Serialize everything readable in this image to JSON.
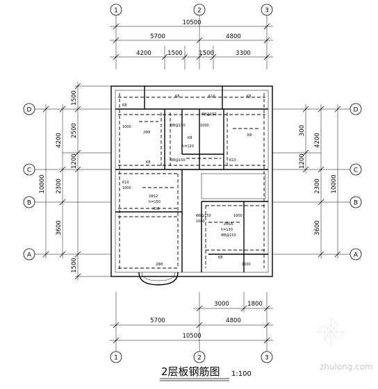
{
  "title": {
    "main": "2层板钢筋图",
    "scale": "1:100"
  },
  "watermark": "zhulong.com",
  "top_dims": {
    "total": "10500",
    "row2": [
      "5700",
      "4800"
    ],
    "row3": [
      "4200",
      "1500",
      "1500",
      "3300"
    ]
  },
  "bottom_dims": {
    "row1": [
      "3000",
      "1800"
    ],
    "row2": [
      "5700",
      "4800"
    ],
    "total": "10500"
  },
  "left_dims": {
    "outer": [
      "1500",
      "4200",
      "2300",
      "3600",
      "1500"
    ],
    "inner": [
      "2500",
      "1200"
    ],
    "total": "10000"
  },
  "right_dims": {
    "upper": [
      "300",
      "1200"
    ],
    "mid": [
      "4200",
      "2300",
      "3600"
    ],
    "total": "10000"
  },
  "axes": {
    "columns": [
      "1",
      "2",
      "3"
    ],
    "rows": [
      "D",
      "C",
      "B",
      "A"
    ]
  },
  "plan_labels": [
    "K8",
    "K8",
    "K10",
    "K8",
    "K8",
    "K10",
    "K8",
    "Φ8@150",
    "Φ8@150",
    "Φ8@150",
    "Φ8@150",
    "Φ8@150",
    "1000",
    "1000",
    "1000",
    "1000",
    "1000",
    "1000",
    "h=120",
    "h=150",
    "h=120",
    "K10",
    "K10",
    "K8",
    "K8",
    "2Φ8",
    "2Φ12",
    "2Φ16",
    "2Φ8"
  ]
}
